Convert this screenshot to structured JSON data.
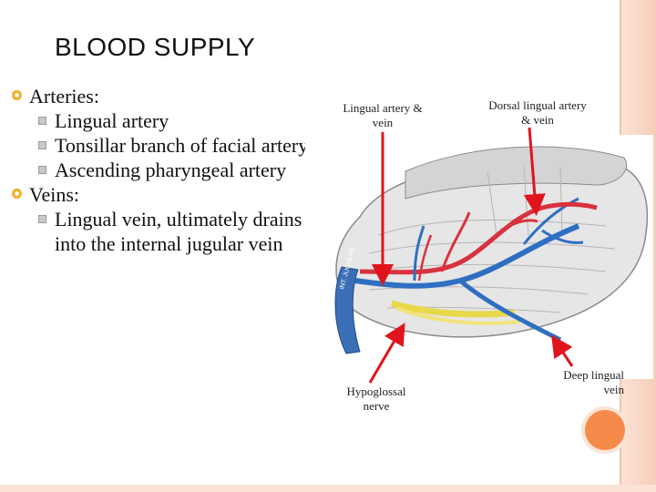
{
  "slide": {
    "title": "BLOOD SUPPLY",
    "bullets": {
      "arteries_heading": "Arteries:",
      "arteries": [
        "Lingual artery",
        "Tonsillar branch of facial artery",
        "Ascending pharyngeal artery"
      ],
      "veins_heading": "Veins:",
      "veins": [
        "Lingual vein, ultimately drains into the internal jugular vein"
      ]
    },
    "figure": {
      "labels": {
        "lingual_artery_vein": "Lingual artery & vein",
        "dorsal_lingual": "Dorsal lingual artery & vein",
        "hypoglossal": "Hypoglossal nerve",
        "deep_lingual": "Deep lingual vein",
        "jugular_text": "INT. JUGULAR"
      }
    },
    "colors": {
      "accent_frame": "#fbe3d6",
      "accent_dot": "#f58a4b",
      "artery": "#d8323f",
      "vein": "#2f6fc1",
      "nerve": "#e8d84a",
      "arrow": "#e0141c"
    }
  }
}
